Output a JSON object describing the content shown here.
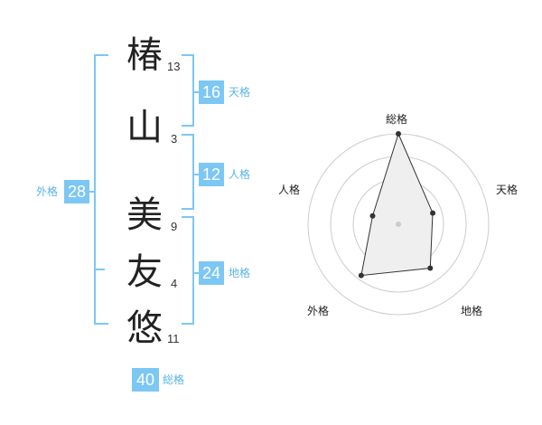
{
  "name_chars": [
    {
      "char": "椿",
      "strokes": "13"
    },
    {
      "char": "山",
      "strokes": "3"
    },
    {
      "char": "美",
      "strokes": "9"
    },
    {
      "char": "友",
      "strokes": "4"
    },
    {
      "char": "悠",
      "strokes": "11"
    }
  ],
  "kaku": {
    "tenkaku": {
      "value": "16",
      "label": "天格"
    },
    "jinkaku": {
      "value": "12",
      "label": "人格"
    },
    "chikaku": {
      "value": "24",
      "label": "地格"
    },
    "gaikaku": {
      "value": "28",
      "label": "外格"
    },
    "soukaku": {
      "value": "40",
      "label": "総格"
    }
  },
  "chart_data": {
    "type": "radar",
    "axes": [
      "総格",
      "天格",
      "地格",
      "外格",
      "人格"
    ],
    "values": [
      40,
      16,
      24,
      28,
      12
    ],
    "rings": 4,
    "colors": {
      "fill": "#efefef",
      "stroke": "#333333",
      "ring": "#cccccc"
    }
  },
  "colors": {
    "accent": "#7cc7f3",
    "accent_text": "#5bb4e8"
  }
}
